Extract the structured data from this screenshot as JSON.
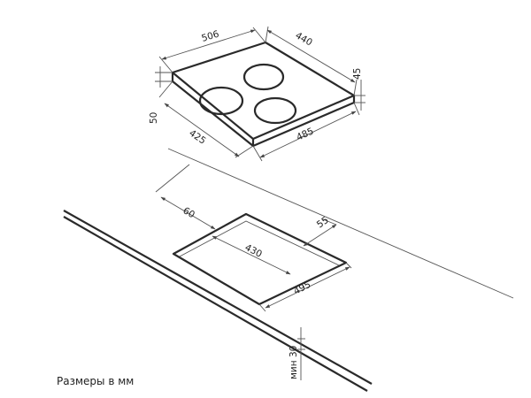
{
  "caption": "Размеры в мм",
  "hob": {
    "width_label": "506",
    "depth_label": "440",
    "height_label": "45",
    "side_height_label": "50",
    "front_left_label": "425",
    "front_right_label": "485"
  },
  "cutout": {
    "left_offset_label": "60",
    "right_offset_label": "55",
    "width_label": "430",
    "depth_label": "495",
    "min_thickness_label": "мин 30"
  }
}
